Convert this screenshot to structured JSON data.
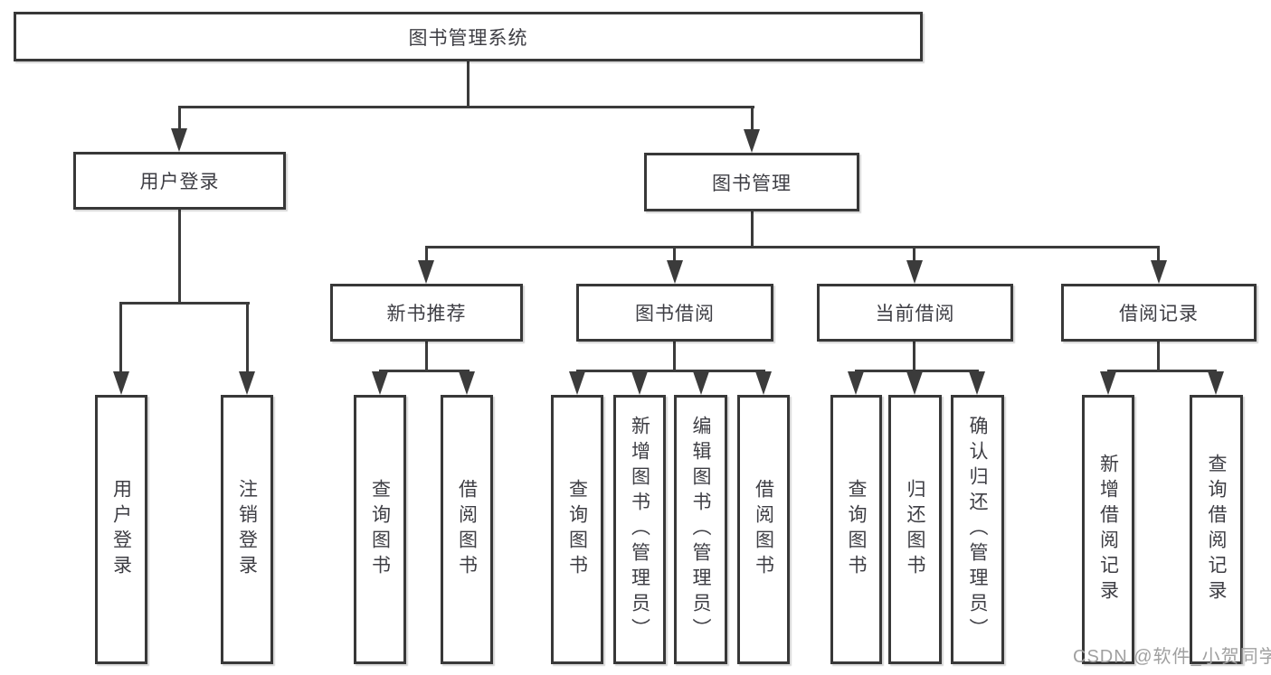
{
  "tree": {
    "root": "图书管理系统",
    "children": [
      {
        "label": "用户登录",
        "children": [
          {
            "label": "用户登录"
          },
          {
            "label": "注销登录"
          }
        ]
      },
      {
        "label": "图书管理",
        "children": [
          {
            "label": "新书推荐",
            "children": [
              {
                "label": "查询图书"
              },
              {
                "label": "借阅图书"
              }
            ]
          },
          {
            "label": "图书借阅",
            "children": [
              {
                "label": "查询图书"
              },
              {
                "label": "新增图书（管理员）"
              },
              {
                "label": "编辑图书（管理员）"
              },
              {
                "label": "借阅图书"
              }
            ]
          },
          {
            "label": "当前借阅",
            "children": [
              {
                "label": "查询图书"
              },
              {
                "label": "归还图书"
              },
              {
                "label": "确认归还（管理员）"
              }
            ]
          },
          {
            "label": "借阅记录",
            "children": [
              {
                "label": "新增借阅记录"
              },
              {
                "label": "查询借阅记录"
              }
            ]
          }
        ]
      }
    ]
  },
  "watermark": "CSDN @软件_小贺同学"
}
